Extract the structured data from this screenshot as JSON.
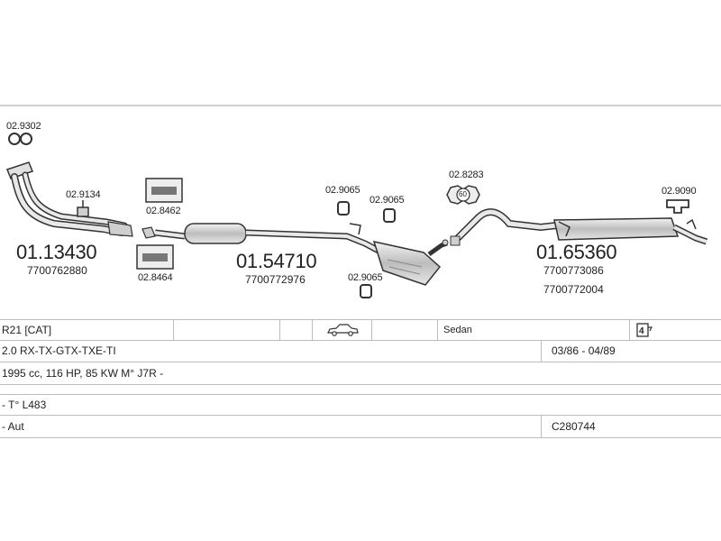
{
  "parts": {
    "gasket_top": "02.9302",
    "clamp_a": "02.9134",
    "downpipe_code": "01.13430",
    "downpipe_ref": "7700762880",
    "bracket_upper": "02.8462",
    "bracket_lower": "02.8464",
    "middle_code": "01.54710",
    "middle_ref": "7700772976",
    "rubber_a": "02.9065",
    "rubber_b": "02.9065",
    "rubber_c": "02.9065",
    "ring_mount": "02.8283",
    "ring_mount_badge": "60",
    "rear_code": "01.65360",
    "rear_ref_1": "7700773086",
    "rear_ref_2": "7700772004",
    "tail_mount": "02.9090"
  },
  "table": {
    "row1": {
      "model": "R21  [CAT]",
      "body": "Sedan"
    },
    "row2": {
      "variant": "2.0 RX-TX-GTX-TXE-TI",
      "years": "03/86 - 04/89"
    },
    "row3": {
      "engine": "1995 cc, 116 HP, 85 KW M° J7R -"
    },
    "row4": {
      "note": "- T° L483"
    },
    "row5": {
      "gearbox": "- Aut",
      "code": "C280744"
    }
  },
  "icons": {
    "car": "sedan-car-icon",
    "drive": "4x2-drive-icon"
  },
  "colors": {
    "line": "#cfcfcf",
    "part_fill": "#d9d9d9",
    "part_stroke": "#333333"
  }
}
